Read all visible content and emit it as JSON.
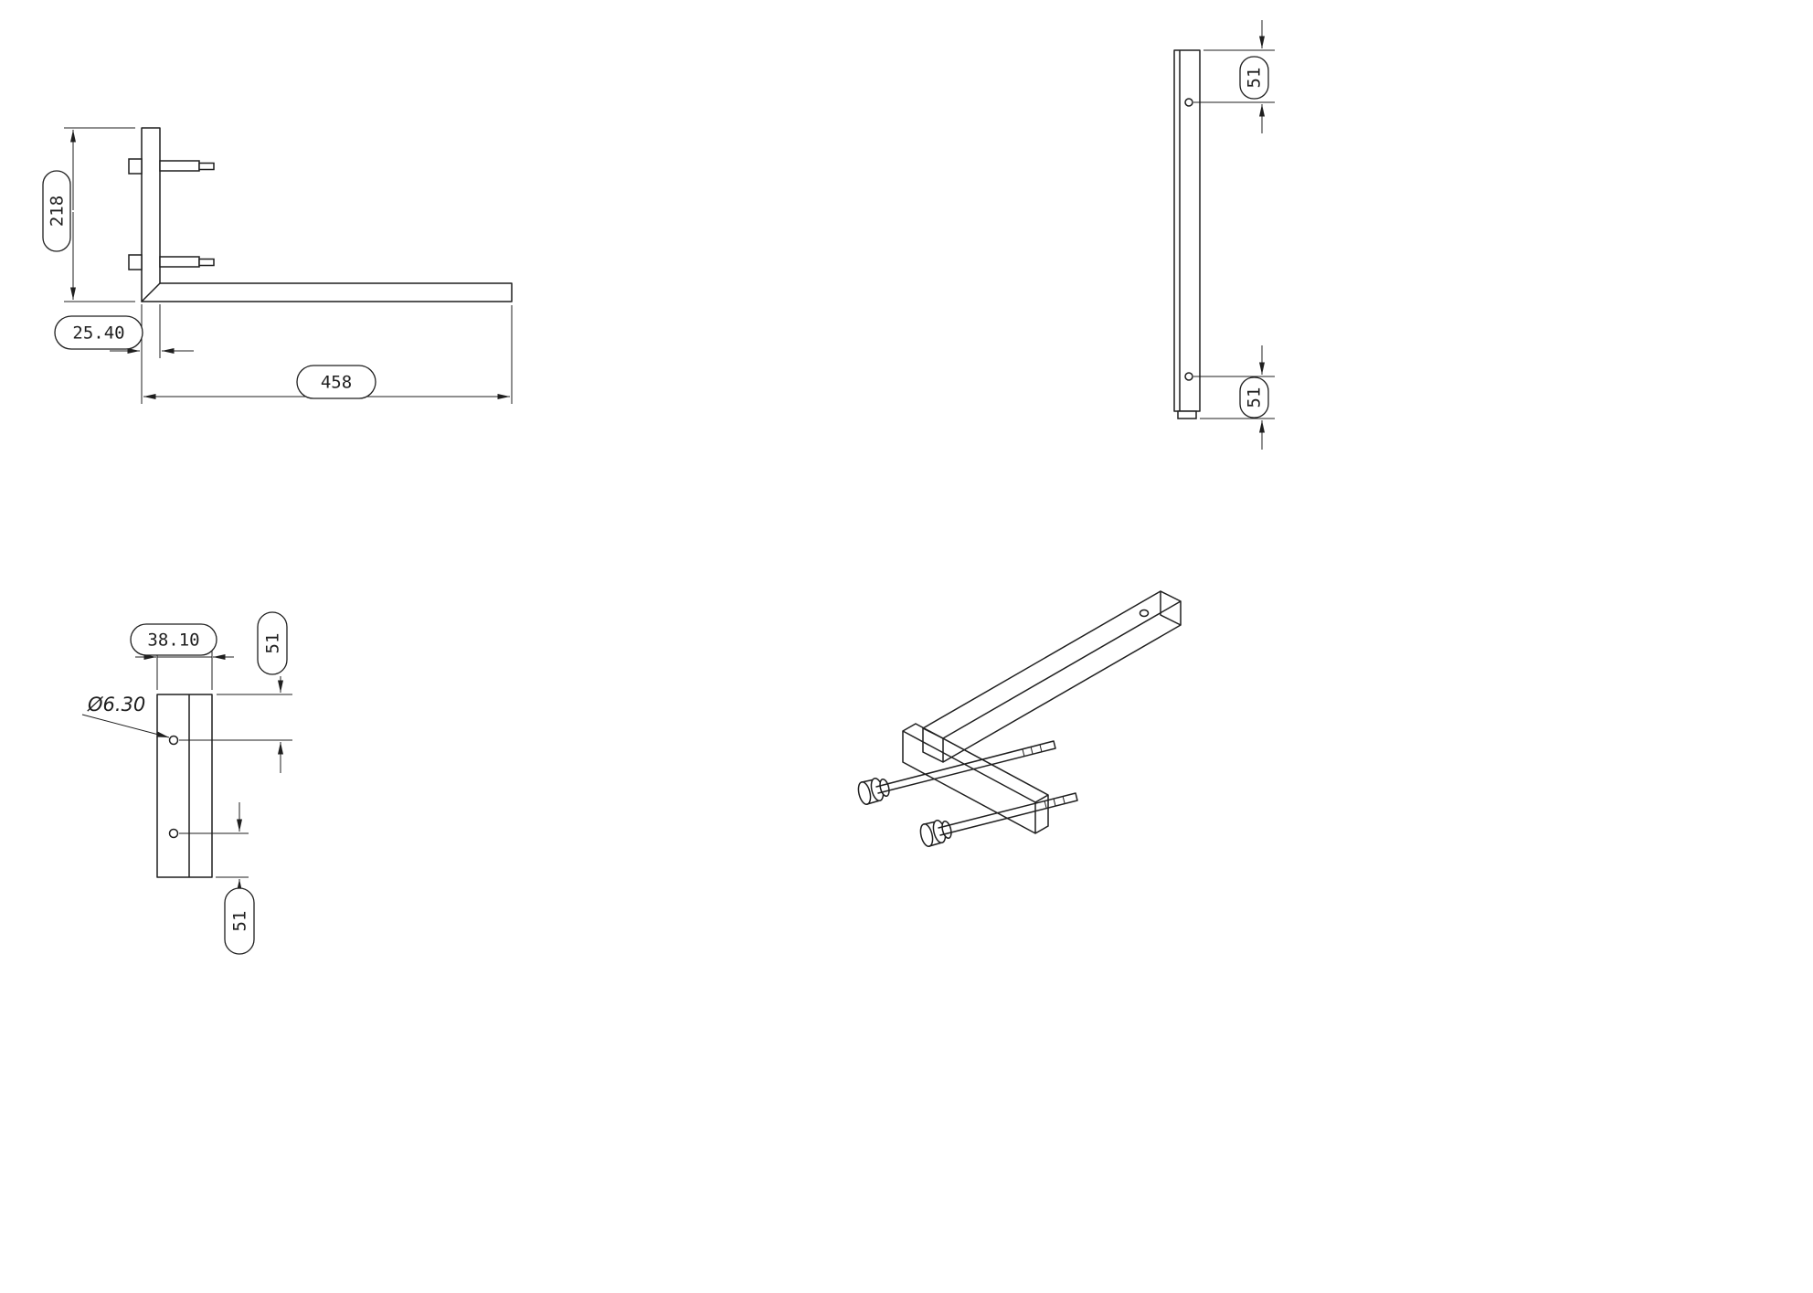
{
  "drawing": {
    "background": "#ffffff",
    "line_color": "#1f1f1f",
    "views": {
      "side": {
        "dim_height": "218",
        "dim_thickness": "25.40",
        "dim_length": "458"
      },
      "profile": {
        "dim_hole_top": "51",
        "dim_hole_bottom": "51"
      },
      "front": {
        "dim_width": "38.10",
        "dim_hole_top": "51",
        "dim_hole_diameter": "Ø6.30",
        "dim_hole_bottom": "51"
      }
    }
  }
}
